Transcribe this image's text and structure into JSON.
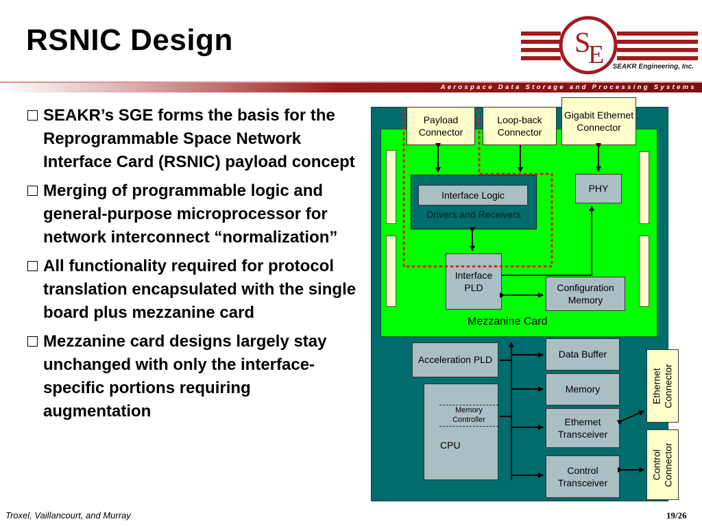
{
  "slide": {
    "title": "RSNIC Design",
    "logo": {
      "letters": [
        "S",
        "E"
      ],
      "company": "SEAKR Engineering, Inc."
    },
    "tagline": "Aerospace Data Storage and Processing Systems",
    "bullets": [
      "SEAKR’s SGE forms the basis for the Reprogrammable Space Network Interface Card (RSNIC) payload concept",
      "Merging of programmable logic and general-purpose microprocessor for network interconnect “normalization”",
      "All functionality required for protocol translation encapsulated with the single board plus mezzanine card",
      "Mezzanine card designs largely stay unchanged with only the interface-specific portions requiring augmentation"
    ],
    "footer": {
      "authors": "Troxel, Vaillancourt, and Murray",
      "page": "19/26"
    }
  },
  "diagram": {
    "payload_connector": "Payload Connector",
    "loopback_connector": "Loop-back Connector",
    "gigabit_ethernet_connector": "Gigabit Ethernet Connector",
    "interface_logic": "Interface Logic",
    "drivers_receivers": "Drivers and Receivers",
    "phy": "PHY",
    "interface_pld": "Interface PLD",
    "configuration_memory": "Configuration Memory",
    "mezzanine_card": "Mezzanine Card",
    "acceleration_pld": "Acceleration PLD",
    "memory_controller": "Memory Controller",
    "cpu": "CPU",
    "data_buffer": "Data Buffer",
    "memory": "Memory",
    "ethernet_transceiver": "Ethernet Transceiver",
    "control_transceiver": "Control Transceiver",
    "ethernet_connector": "Ethernet Connector",
    "control_connector": "Control Connector"
  },
  "colors": {
    "board": "#006c6c",
    "mezzanine": "#00ff00",
    "block": "#a9bfc3",
    "connector": "#ffffcc",
    "dotted_outline": "#e01b1b",
    "logo_red": "#a11a1f"
  }
}
